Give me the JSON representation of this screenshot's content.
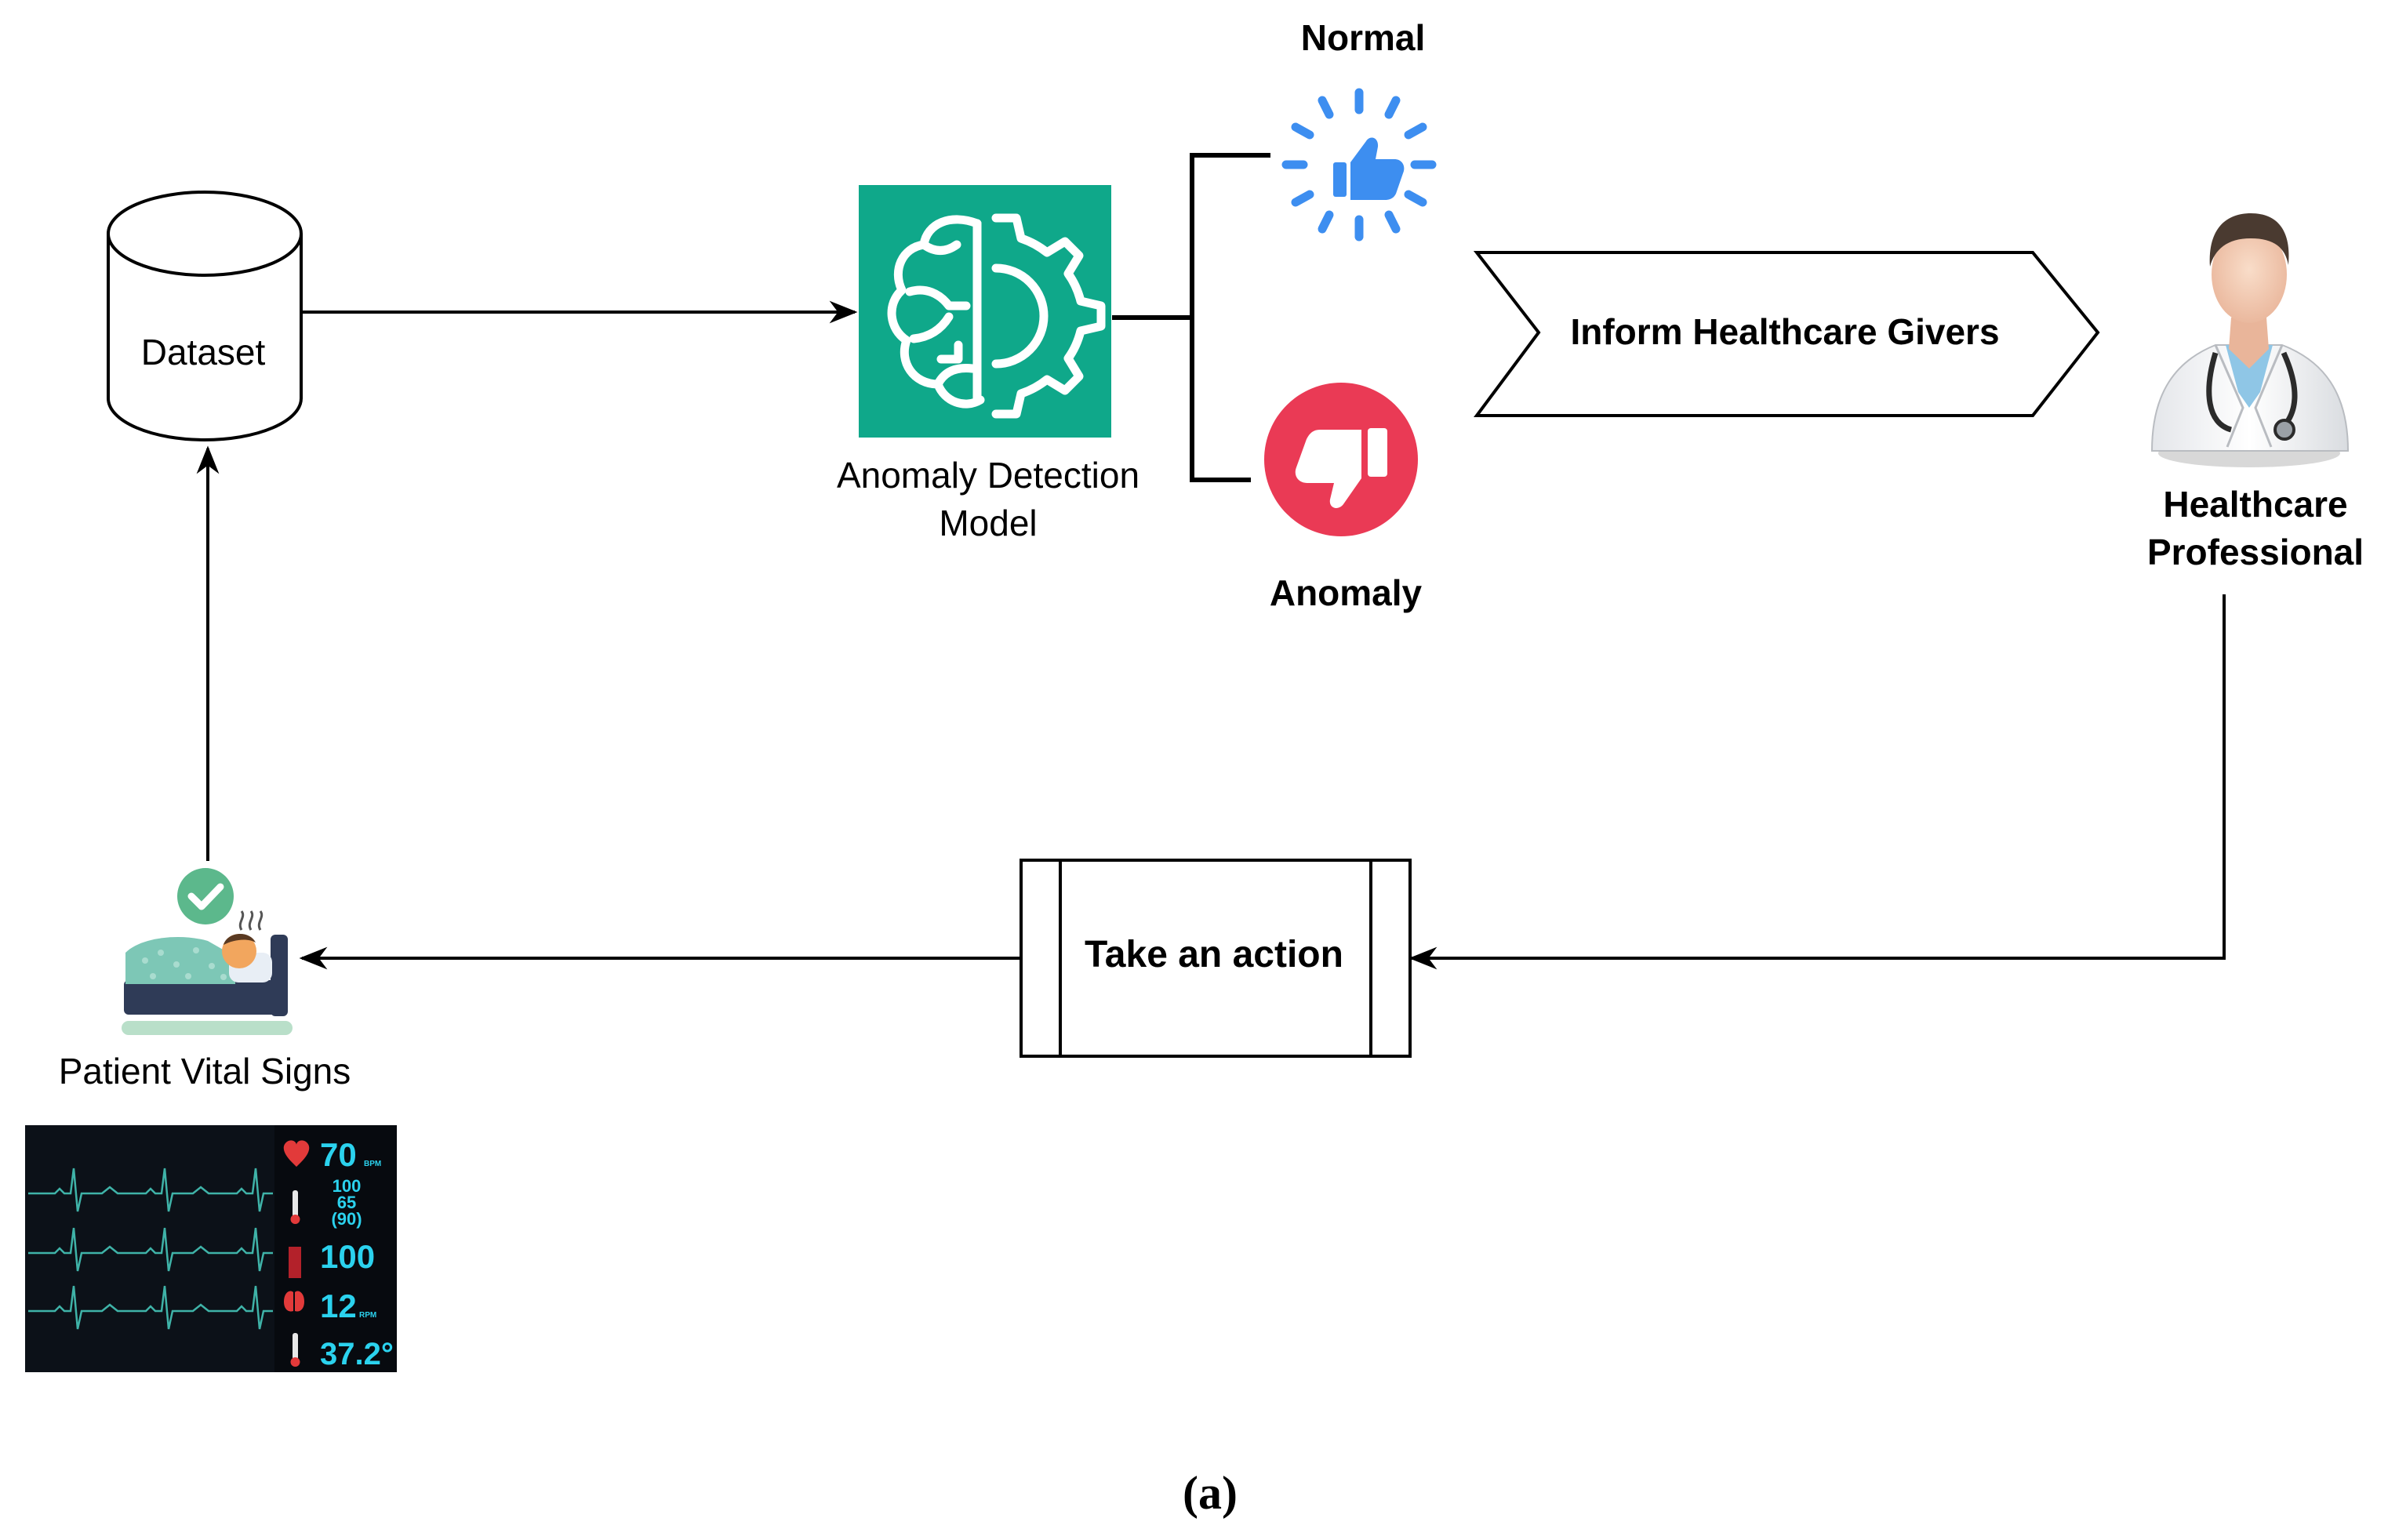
{
  "diagram": {
    "nodes": {
      "dataset": {
        "label": "Dataset"
      },
      "model": {
        "label_line1": "Anomaly Detection",
        "label_line2": "Model"
      },
      "normal": {
        "label": "Normal"
      },
      "anomaly": {
        "label": "Anomaly"
      },
      "inform": {
        "label": "Inform Healthcare Givers"
      },
      "professional": {
        "label_line1": "Healthcare",
        "label_line2": "Professional"
      },
      "action": {
        "label": "Take an action"
      },
      "patient": {
        "label": "Patient Vital Signs"
      }
    },
    "monitor": {
      "pulse_value": "70",
      "pulse_unit": "BPM",
      "bp_systolic": "100",
      "bp_diastolic": "65",
      "bp_mean": "(90)",
      "spo2_value": "100",
      "resp_value": "12",
      "resp_unit": "RPM",
      "temp_value": "37.2°"
    },
    "caption": "(a)",
    "colors": {
      "model_green": "#0fa88a",
      "normal_blue": "#3d8ef0",
      "anomaly_red": "#ea3a55",
      "check_green": "#5cb88c",
      "monitor_cyan": "#2bd2ee"
    },
    "edges": [
      {
        "from": "dataset",
        "to": "model"
      },
      {
        "from": "model",
        "to": "normal"
      },
      {
        "from": "model",
        "to": "anomaly"
      },
      {
        "from": "professional",
        "to": "action"
      },
      {
        "from": "action",
        "to": "patient"
      },
      {
        "from": "patient",
        "to": "dataset"
      }
    ]
  }
}
